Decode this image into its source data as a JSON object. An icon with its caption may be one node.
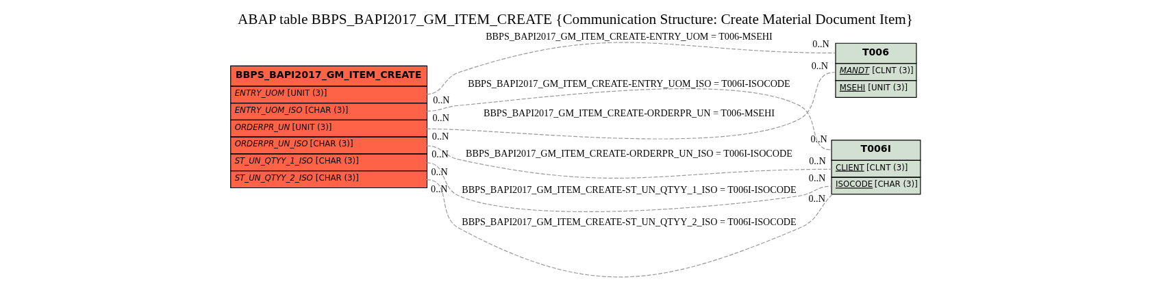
{
  "diagram": {
    "title": "ABAP table BBPS_BAPI2017_GM_ITEM_CREATE {Communication Structure: Create Material Document Item}",
    "nodes": [
      {
        "text": [
          "BBPS_BAPI2017_GM_ITEM_CREATE",
          "ENTRY_UOM [UNIT (3)]",
          "ENTRY_UOM_ISO [CHAR (3)]",
          "ORDERPR_UN [UNIT (3)]",
          "ORDERPR_UN_ISO [CHAR (3)]",
          "ST_UN_QTYY_1_ISO [CHAR (3)]",
          "ST_UN_QTYY_2_ISO [CHAR (3)]"
        ]
      },
      {
        "text": [
          "T006",
          "MANDT [CLNT (3)]",
          "MSEHI [UNIT (3)]"
        ]
      },
      {
        "text": [
          "T006I",
          "CLIENT [CLNT (3)]",
          "ISOCODE [CHAR (3)]"
        ]
      }
    ],
    "edges": [
      {
        "from": 0,
        "to": 1,
        "arrow": "none",
        "label": "BBPS_BAPI2017_GM_ITEM_CREATE-ENTRY_UOM = T006-MSEHI",
        "style": "dashed"
      },
      {
        "from": 0,
        "to": 1,
        "arrow": "none",
        "label": "BBPS_BAPI2017_GM_ITEM_CREATE-ORDERPR_UN = T006-MSEHI",
        "style": "dashed"
      },
      {
        "from": 0,
        "to": 2,
        "arrow": "none",
        "label": "BBPS_BAPI2017_GM_ITEM_CREATE-ENTRY_UOM_ISO = T006I-ISOCODE",
        "style": "dashed"
      },
      {
        "from": 0,
        "to": 2,
        "arrow": "none",
        "label": "BBPS_BAPI2017_GM_ITEM_CREATE-ORDERPR_UN_ISO = T006I-ISOCODE",
        "style": "dashed"
      },
      {
        "from": 0,
        "to": 2,
        "arrow": "none",
        "label": "BBPS_BAPI2017_GM_ITEM_CREATE-ST_UN_QTYY_1_ISO = T006I-ISOCODE",
        "style": "dashed"
      },
      {
        "from": 0,
        "to": 2,
        "arrow": "none",
        "label": "BBPS_BAPI2017_GM_ITEM_CREATE-ST_UN_QTYY_2_ISO = T006I-ISOCODE",
        "style": "dashed"
      }
    ],
    "labels": [
      "0..N",
      "0..N",
      "0..N",
      "0..N",
      "0..N",
      "0..N",
      "0..N",
      "0..N",
      "0..N",
      "0..N",
      "0..N",
      "0..N"
    ]
  }
}
